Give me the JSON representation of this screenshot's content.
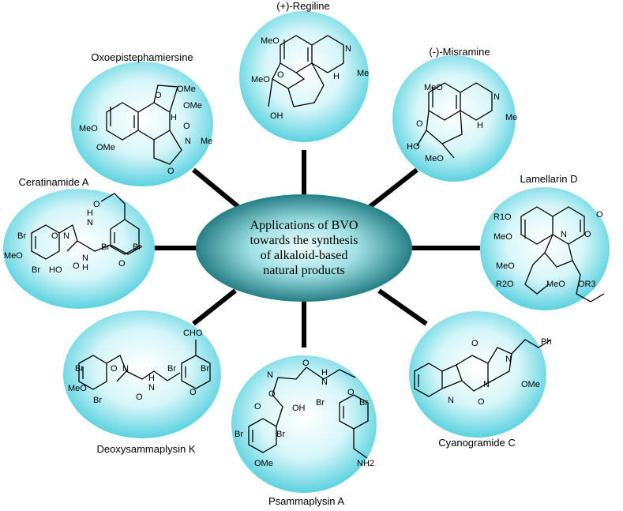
{
  "center": {
    "lines": [
      "Applications of BVO",
      "towards the synthesis",
      "of alkaloid-based",
      "natural products"
    ]
  },
  "compounds": {
    "regiline": "(+)-Regiline",
    "misramine": "(-)-Misramine",
    "oxoepistephamiersine": "Oxoepistephamiersine",
    "lamellarin": "Lamellarin D",
    "ceratinamide": "Ceratinamide A",
    "deoxysammaplysin": "Deoxysammaplysin K",
    "cyanogramide": "Cyanogramide C",
    "psammaplysin": "Psammaplysin A"
  },
  "atoms": {
    "regiline": [
      "MeO",
      "N",
      "Me",
      "H",
      "MeO",
      "O",
      "OH"
    ],
    "misramine": [
      "MeO",
      "N",
      "Me",
      "H",
      "O",
      "HO",
      "MeO"
    ],
    "oxoepistephamiersine": [
      "O",
      "OMe",
      "OMe",
      "H",
      "MeO",
      "OMe",
      "O",
      "N",
      "Me",
      "O"
    ],
    "lamellarin": [
      "R1O",
      "MeO",
      "N",
      "O",
      "O",
      "MeO",
      "R2O",
      "MeO",
      "OR3"
    ],
    "ceratinamide": [
      "H",
      "N",
      "O",
      "Br",
      "O",
      "N",
      "MeO",
      "Br",
      "HO",
      "O",
      "N",
      "H",
      "Br",
      "Br",
      "O"
    ],
    "deoxysammaplysin": [
      "CHO",
      "Br",
      "O",
      "N",
      "MeO",
      "Br",
      "O",
      "H",
      "N",
      "Br",
      "Br",
      "O"
    ],
    "cyanogramide": [
      "O",
      "Ph",
      "N",
      "OMe",
      "N",
      "N",
      "O"
    ],
    "psammaplysin": [
      "O",
      "N",
      "H",
      "N",
      "O",
      "O",
      "OH",
      "Br",
      "Br",
      "O",
      "Br",
      "Br",
      "OMe",
      "NH2"
    ]
  },
  "colors": {
    "bubble_light": "#ffffff",
    "bubble_mid": "#c8f4f8",
    "bubble_dark": "#5fd3e0",
    "center_light": "#e8fbfb",
    "center_dark": "#0e6e74",
    "spoke": "#000000"
  }
}
